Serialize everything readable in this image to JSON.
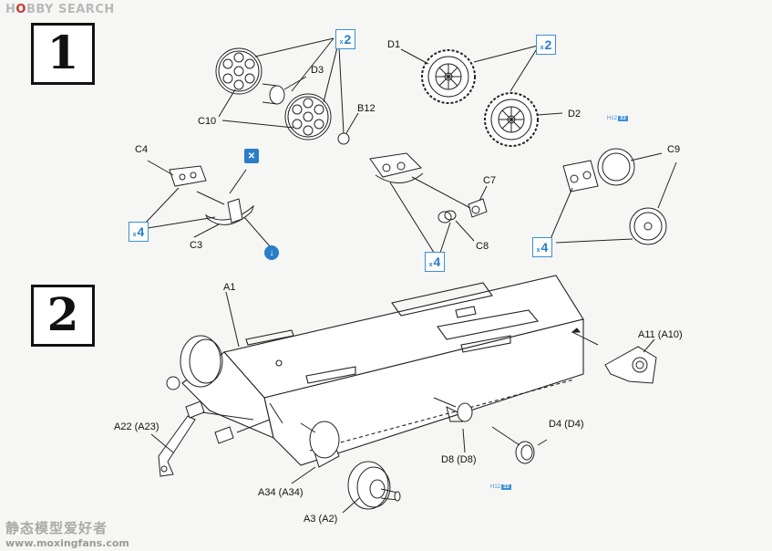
{
  "watermark": {
    "prefix": "H",
    "middle": "BBY SEARCH",
    "ring": "O"
  },
  "steps": [
    "1",
    "2"
  ],
  "step1": {
    "labels": {
      "c10": "C10",
      "d3": "D3",
      "b12": "B12",
      "d1": "D1",
      "d2": "D2",
      "c4": "C4",
      "c3": "C3",
      "c7": "C7",
      "c8": "C8",
      "c9": "C9"
    },
    "qty": {
      "a": {
        "x": "x",
        "n": "2"
      },
      "b": {
        "x": "x",
        "n": "2"
      },
      "c": {
        "x": "x",
        "n": "4"
      },
      "d": {
        "x": "x",
        "n": "4"
      },
      "e": {
        "x": "x",
        "n": "4"
      }
    },
    "paint": {
      "code": "H12",
      "num": "33"
    },
    "icons": {
      "remove": "✕",
      "glue": "↓"
    }
  },
  "step2": {
    "labels": {
      "a1": "A1",
      "a11": "A11 (A10)",
      "a22": "A22 (A23)",
      "d4": "D4 (D4)",
      "d8": "D8 (D8)",
      "a34": "A34 (A34)",
      "a3": "A3 (A2)"
    },
    "paint": {
      "code": "H12",
      "num": "33"
    }
  },
  "footer": {
    "big": "静态模型爱好者",
    "url": "www.moxingfans.com"
  }
}
